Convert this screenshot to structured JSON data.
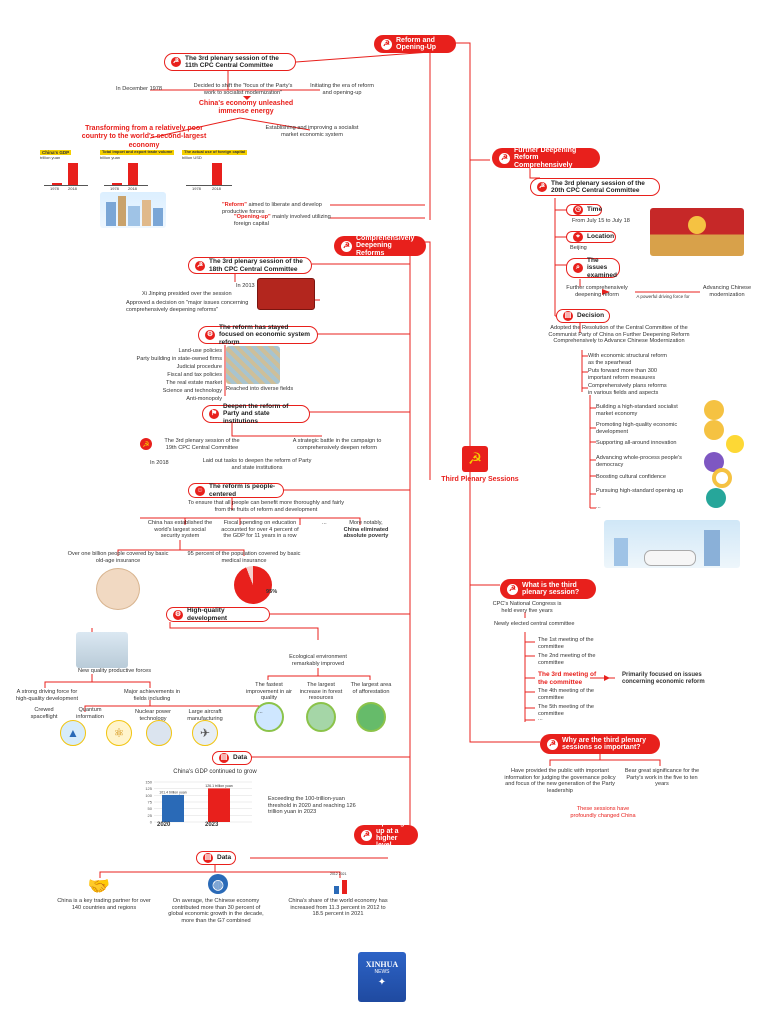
{
  "center": {
    "label": "Third Plenary Sessions"
  },
  "colors": {
    "accent": "#e8201c",
    "line": "#e8201c"
  },
  "reform": {
    "title": "Reform and Opening-Up",
    "session": "The 3rd plenary session of the 11th CPC Central Committee",
    "date": "In December 1978",
    "decided": "Decided to shift the \"focus of the Party's work to socialist modernization\"",
    "initiate": "Initiating the era of reform and opening-up",
    "energy": "China's economy unleashed immense energy",
    "transform": "Transforming from a relatively poor country to the world's second-largest economy",
    "market": "Establishing and improving a socialist market economic system",
    "chart1": {
      "title": "China's GDP",
      "unit": "trillion yuan",
      "years": [
        "1978",
        "2018"
      ],
      "values": [
        0.37,
        91.9
      ]
    },
    "chart2": {
      "title": "Total import and export trade volume",
      "unit": "billion yuan",
      "years": [
        "1978",
        "2018"
      ],
      "values": [
        35.5,
        30500
      ]
    },
    "chart3": {
      "title": "The actual use of foreign capital",
      "unit": "billion USD",
      "years": [
        "1978",
        "2018"
      ],
      "values": [
        0,
        138.3
      ]
    },
    "reform_word": "\"Reform\"",
    "reform_note": "aimed to liberate and develop productive forces",
    "opening_word": "\"Opening-up\"",
    "opening_note": "mainly involved utilizing foreign capital"
  },
  "deepening": {
    "title": "Comprehensively Deepening Reforms",
    "session": "The 3rd plenary session of the 18th CPC Central Committee",
    "year": "In 2013",
    "presided": "Xi Jinping presided over the session",
    "approved": "Approved a decision on \"major issues concerning comprehensively deepening reforms\"",
    "focus_box": "The reform has stayed focused on economic system reform",
    "focus_items": [
      "Land-use policies",
      "Party building in state-owned firms",
      "Judicial procedure",
      "Fiscal and tax policies",
      "The real estate market",
      "Science and technology",
      "Anti-monopoly",
      "..."
    ],
    "reached": "Reached into diverse fields",
    "party_box": "Deepen the reform of Party and state institutions",
    "session19": "The 3rd plenary session of the 19th CPC Central Committee",
    "battle": "A strategic battle in the campaign to comprehensively deepen reform",
    "year2018": "In 2018",
    "laid": "Laid out tasks to deepen the reform of Party and state institutions",
    "people_box": "The reform is people-centered",
    "ensure": "To ensure that all people can benefit more thoroughly and fairly from the fruits of reform and development",
    "security": "China has established the world's largest social security system",
    "fiscal": "Fiscal spending on education accounted for over 4 percent of the GDP for 11 years in a row",
    "ellipsis": "...",
    "poverty_pre": "More notably,",
    "poverty": "China eliminated absolute poverty",
    "billion": "Over one billion people covered by basic old-age insurance",
    "percent95": "95 percent of the population covered by basic medical insurance",
    "pie_label": "95%",
    "pie_value": 95,
    "hq_box": "High-quality development",
    "new_forces": "New quality productive forces",
    "strong": "A strong driving force for high-quality development",
    "major": "Major achievements in fields including",
    "fields": [
      "Crewed spaceflight",
      "Quantum information",
      "Nuclear power technology",
      "Large aircraft manufacturing",
      "..."
    ],
    "eco": "Ecological environment remarkably improved",
    "eco_items": [
      "The fastest improvement in air quality",
      "The largest increase in forest resources",
      "The largest area of afforestation"
    ],
    "data_box": "Data",
    "gdp_title": "China's GDP continued to grow",
    "gdp_chart": {
      "years": [
        "2020",
        "2023"
      ],
      "values": [
        101.4,
        126.1
      ],
      "labels": [
        "101.4 trillion yuan",
        "126.1 trillion yuan"
      ],
      "ticks": [
        "0",
        "25",
        "50",
        "75",
        "100",
        "125",
        "150"
      ],
      "ymax": 150
    },
    "exceeding": "Exceeding the 100-trillion-yuan threshold in 2020 and reaching 126 trillion yuan in 2023"
  },
  "opening": {
    "title": "Opening-up at a higher level",
    "data_box": "Data",
    "partner": "China is a key trading partner for over 140 countries and regions",
    "contribution": "On average, the Chinese economy contributed more than 30 percent of global economic growth in the decade, more than the G7 combined",
    "share": "China's share of the world economy has increased from 11.3 percent in 2012 to 18.5 percent in 2021",
    "share_years": "2012  2021"
  },
  "further": {
    "title": "Further Deepening Reform Comprehensively",
    "session": "The 3rd plenary session of the 20th CPC Central Committee",
    "time_box": "Time",
    "time": "From July 15 to July 18",
    "location_box": "Location",
    "location": "Beijing",
    "issues_box": "The issues examined",
    "issue_left": "Further comprehensively deepening reform",
    "issue_right": "Advancing Chinese modernization",
    "arrow_label": "A powerful driving force for",
    "decision_box": "Decision",
    "adopted": "Adopted the Resolution of the Central Committee of the Communist Party of China on Further Deepening Reform Comprehensively to Advance Chinese Modernization",
    "points": [
      "With economic structural reform as the spearhead",
      "Puts forward more than 300 important reform measures",
      "Comprehensively plans reforms in various fields and aspects"
    ],
    "fields": [
      "Building a high-standard socialist market economy",
      "Promoting high-quality economic development",
      "Supporting all-around innovation",
      "Advancing whole-process people's democracy",
      "Boosting cultural confidence",
      "Pursuing high-standard opening up",
      "..."
    ]
  },
  "what": {
    "title": "What is the third plenary session?",
    "every5": "CPC's National Congress is held every five years",
    "elected": "Newly elected central committee",
    "meetings": [
      "The 1st meeting of the committee",
      "The 2nd meeting of the committee",
      "The 3rd meeting of the committee",
      "The 4th meeting of the committee",
      "The 5th meeting of the committee",
      "..."
    ],
    "focused": "Primarily focused on issues concerning economic reform"
  },
  "why": {
    "title": "Why are the third plenary sessions so important?",
    "left": "Have provided the public with important information for judging the governance policy and focus of the new generation of the Party leadership",
    "right": "Bear great significance for the Party's work in the five to ten years",
    "changed": "These sessions have profoundly changed China"
  },
  "logo": {
    "name": "XINHUA",
    "sub": "NEWS"
  }
}
